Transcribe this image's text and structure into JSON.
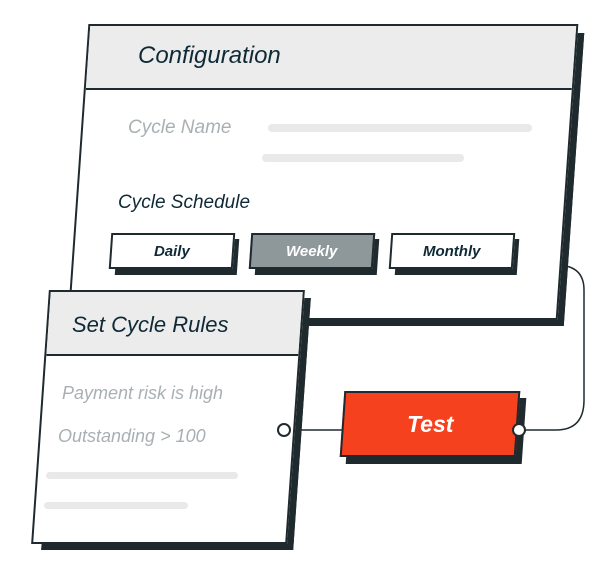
{
  "configuration": {
    "title": "Configuration",
    "cycle_name_label": "Cycle Name",
    "cycle_schedule_label": "Cycle Schedule",
    "schedule_options": [
      "Daily",
      "Weekly",
      "Monthly"
    ],
    "selected_option": "Weekly"
  },
  "rules": {
    "title": "Set Cycle Rules",
    "items": [
      "Payment risk is high",
      "Outstanding > 100"
    ]
  },
  "test_node": {
    "label": "Test",
    "color": "#f5411e"
  },
  "colors": {
    "outline": "#1e2a2e",
    "header_fill": "#ececec",
    "selected_button": "#8e979a",
    "muted_text": "#a9b0b3"
  }
}
